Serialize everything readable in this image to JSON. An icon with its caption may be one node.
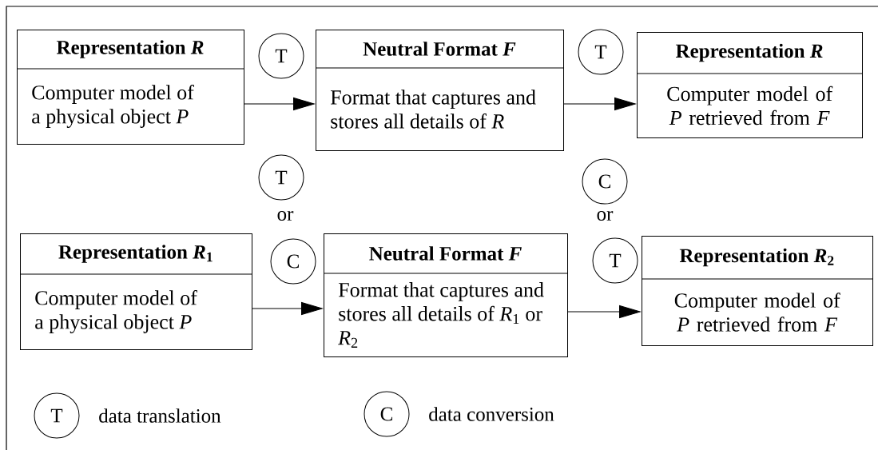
{
  "diagram": {
    "nodes": [
      {
        "text": [
          "Representation *R*",
          "Computer model of a physical object *P*"
        ]
      },
      {
        "text": [
          "T"
        ]
      },
      {
        "text": [
          "Neutral Format *F*",
          "Format that captures and stores all details of *R*"
        ]
      },
      {
        "text": [
          "T"
        ]
      },
      {
        "text": [
          "Representation *R*",
          "Computer model of *P* retrieved from *F*"
        ]
      },
      {
        "text": [
          "T"
        ]
      },
      {
        "text": [
          "C"
        ]
      },
      {
        "text": [
          "Representation *R*$_{1}$",
          "Computer model of a physical object *P*"
        ]
      },
      {
        "text": [
          "C"
        ]
      },
      {
        "text": [
          "Neutral Format *F*",
          "Format that captures and stores all details of *R*$_{1}$ or *R*$_{2}$"
        ]
      },
      {
        "text": [
          "T"
        ]
      },
      {
        "text": [
          "Representation *R*$_{2}$",
          "Computer model of *P* retrieved from *F*"
        ]
      },
      {
        "text": [
          "T"
        ],
        "beside": [
          "data translation"
        ]
      },
      {
        "text": [
          "C"
        ],
        "beside": [
          "data conversion"
        ]
      }
    ],
    "edges": [
      {
        "from": 0,
        "to": 2,
        "arrow": "to"
      },
      {
        "from": 2,
        "to": 4,
        "arrow": "to"
      },
      {
        "from": 7,
        "to": 9,
        "arrow": "to"
      },
      {
        "from": 9,
        "to": 11,
        "arrow": "to"
      }
    ],
    "labels": [
      "or",
      "or"
    ]
  }
}
